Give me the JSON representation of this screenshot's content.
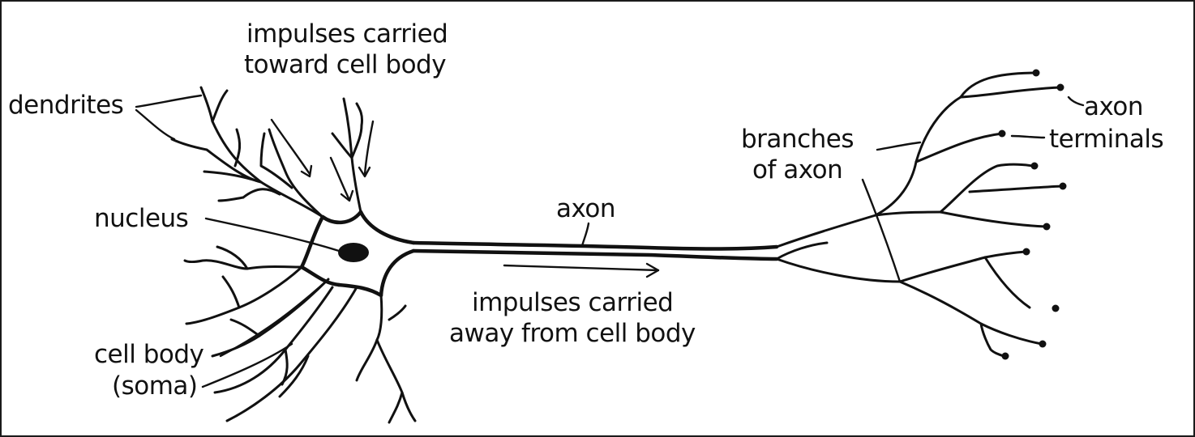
{
  "labels": {
    "dendrites": "dendrites",
    "impulses_toward_1": "impulses carried",
    "impulses_toward_2": "toward cell body",
    "nucleus": "nucleus",
    "cell_body_1": "cell body",
    "cell_body_2": "(soma)",
    "axon": "axon",
    "impulses_away_1": "impulses carried",
    "impulses_away_2": "away from cell body",
    "branches_1": "branches",
    "branches_2": "of axon",
    "terminals_1": "axon",
    "terminals_2": "terminals"
  },
  "colors": {
    "ink": "#111111",
    "background": "#ffffff"
  }
}
